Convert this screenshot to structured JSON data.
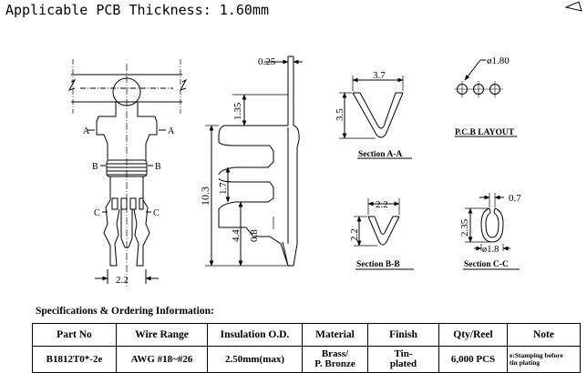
{
  "title": "Applicable PCB Thickness: 1.60mm",
  "dimensions": {
    "thickness": "0.25",
    "top_offset": "1.35",
    "total_length": "10.3",
    "mid_offset": "1.7",
    "lower_section": "4.4",
    "tip_width": "0.8",
    "width_bottom": "2.2",
    "aa_width": "3.7",
    "aa_height": "3.5",
    "bb_width": "2.2",
    "bb_height": "2.2",
    "cc_gap": "0.7",
    "cc_height": "2.35",
    "cc_diameter": "ø1.8",
    "hole_diameter": "ø1.80"
  },
  "section_marks": {
    "a": "A",
    "b": "B",
    "c": "C"
  },
  "labels": {
    "section_aa": "Section A-A",
    "section_bb": "Section B-B",
    "section_cc": "Section C-C",
    "pcb_layout": "P.C.B LAYOUT"
  },
  "specs": {
    "heading": "Specifications & Ordering Information:",
    "headers": [
      "Part No",
      "Wire Range",
      "Insulation O.D.",
      "Material",
      "Finish",
      "Qty/Reel",
      "Note"
    ],
    "row": {
      "part_no": "B1812T0*-2e",
      "wire_range": "AWG #18~#26",
      "insulation": "2.50mm(max)",
      "material_1": "Brass/",
      "material_2": "P. Bronze",
      "finish_1": "Tin-",
      "finish_2": "plated",
      "qty": "6,000 PCS",
      "note_1": "e:Stamping before",
      "note_2": "tin plating"
    }
  }
}
